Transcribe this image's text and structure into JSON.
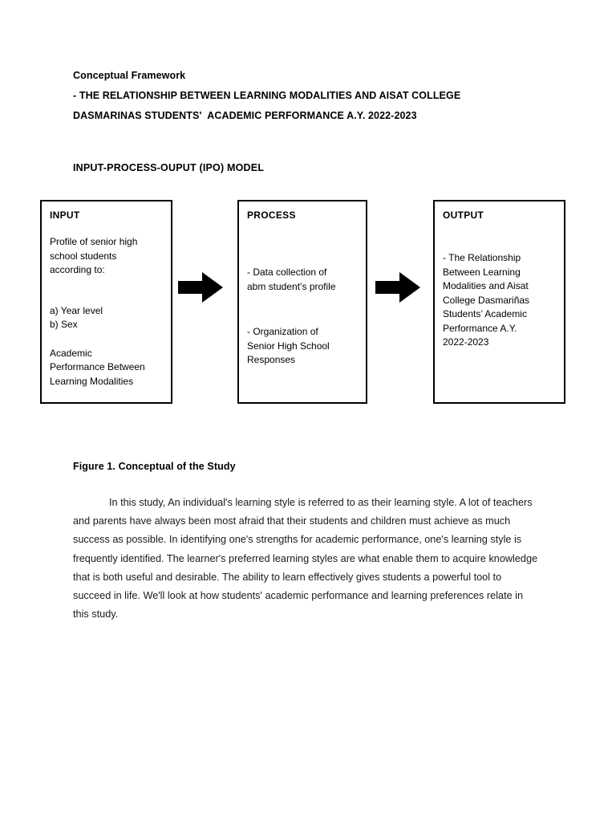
{
  "document": {
    "heading": {
      "label": "Conceptual Framework",
      "title_line_1": "- THE RELATIONSHIP BETWEEN LEARNING MODALITIES AND AISAT COLLEGE",
      "title_line_2": "DASMARINAS STUDENTS'  ACADEMIC PERFORMANCE A.Y. 2022-2023"
    },
    "model_label": "INPUT-PROCESS-OUPUT (IPO) MODEL",
    "diagram": {
      "boxes": [
        {
          "id": "input",
          "title": "INPUT",
          "para_1": "Profile of senior high\nschool students\naccording to:",
          "para_2": "a) Year level\nb) Sex",
          "para_3": "Academic\nPerformance Between\nLearning Modalities"
        },
        {
          "id": "process",
          "title": "PROCESS",
          "para_1": "- Data collection of\nabm student’s profile",
          "para_2": "- Organization of\nSenior High School\nResponses"
        },
        {
          "id": "output",
          "title": "OUTPUT",
          "para_1": "- The Relationship\nBetween Learning\nModalities and Aisat\nCollege Dasmariñas\nStudents’ Academic\nPerformance A.Y.\n2022-2023"
        }
      ],
      "arrows": [
        {
          "id": "arrow-input-to-process",
          "direction": "right"
        },
        {
          "id": "arrow-process-to-output",
          "direction": "right"
        }
      ]
    },
    "figure_caption": "Figure 1. Conceptual of the Study",
    "body_paragraph": "In this study, An individual's learning style is referred to as their learning style. A lot of teachers and parents have always been most afraid that their students and children must achieve as much success as possible. In identifying one's strengths for academic performance, one's learning style is frequently identified. The learner's preferred learning styles are what enable them to acquire knowledge that is both useful and desirable. The ability to learn effectively gives students a powerful tool to succeed in life. We'll look at how students' academic performance and learning preferences relate in this study.",
    "colors": {
      "page_background": "#ffffff",
      "text": "#000000",
      "box_border": "#000000",
      "arrow_fill": "#000000"
    }
  }
}
